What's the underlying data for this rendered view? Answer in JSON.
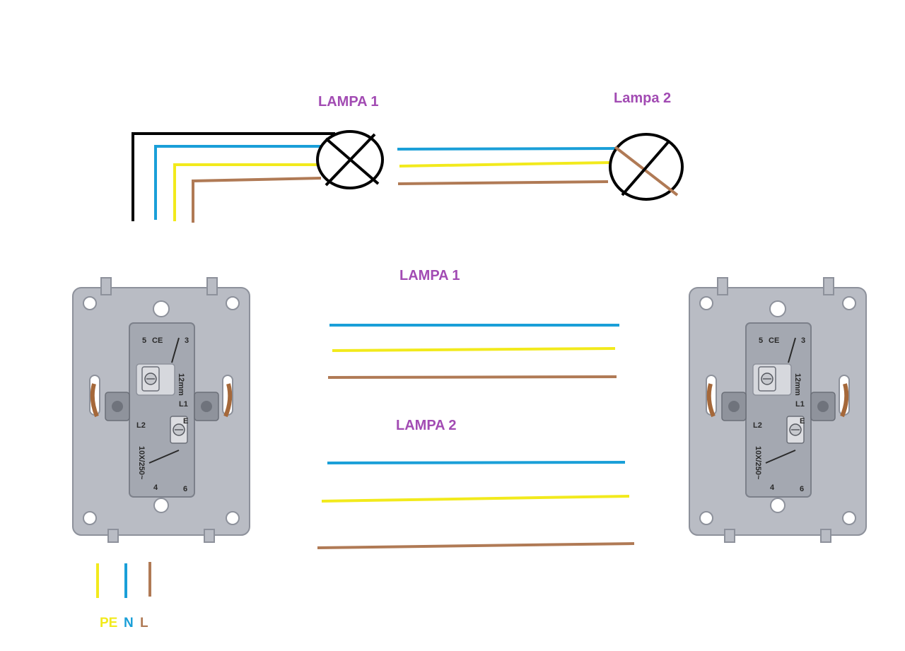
{
  "labels": {
    "top_lamp1": "LAMPA 1",
    "top_lamp2": "Lampa 2",
    "mid_lamp1": "LAMPA 1",
    "mid_lamp2": "LAMPA 2"
  },
  "legend": {
    "pe": "PE",
    "n": "N",
    "l": "L"
  },
  "switch_markings": {
    "ce": "CE",
    "mm": "12mm",
    "rating": "10X/250~",
    "t_l1": "L1",
    "t_l2": "L2",
    "t_e": "E",
    "t_4": "4",
    "t_5": "5",
    "t_6": "6",
    "t_3": "3"
  },
  "colors": {
    "label_purple": "#a24bb3",
    "wire_black": "#000000",
    "wire_blue": "#1a9fd8",
    "wire_yellow": "#f2ea1c",
    "wire_brown": "#b07a55",
    "pe_yellow": "#f2ea1c",
    "n_blue": "#1a9fd8",
    "l_brown": "#b07a55"
  }
}
